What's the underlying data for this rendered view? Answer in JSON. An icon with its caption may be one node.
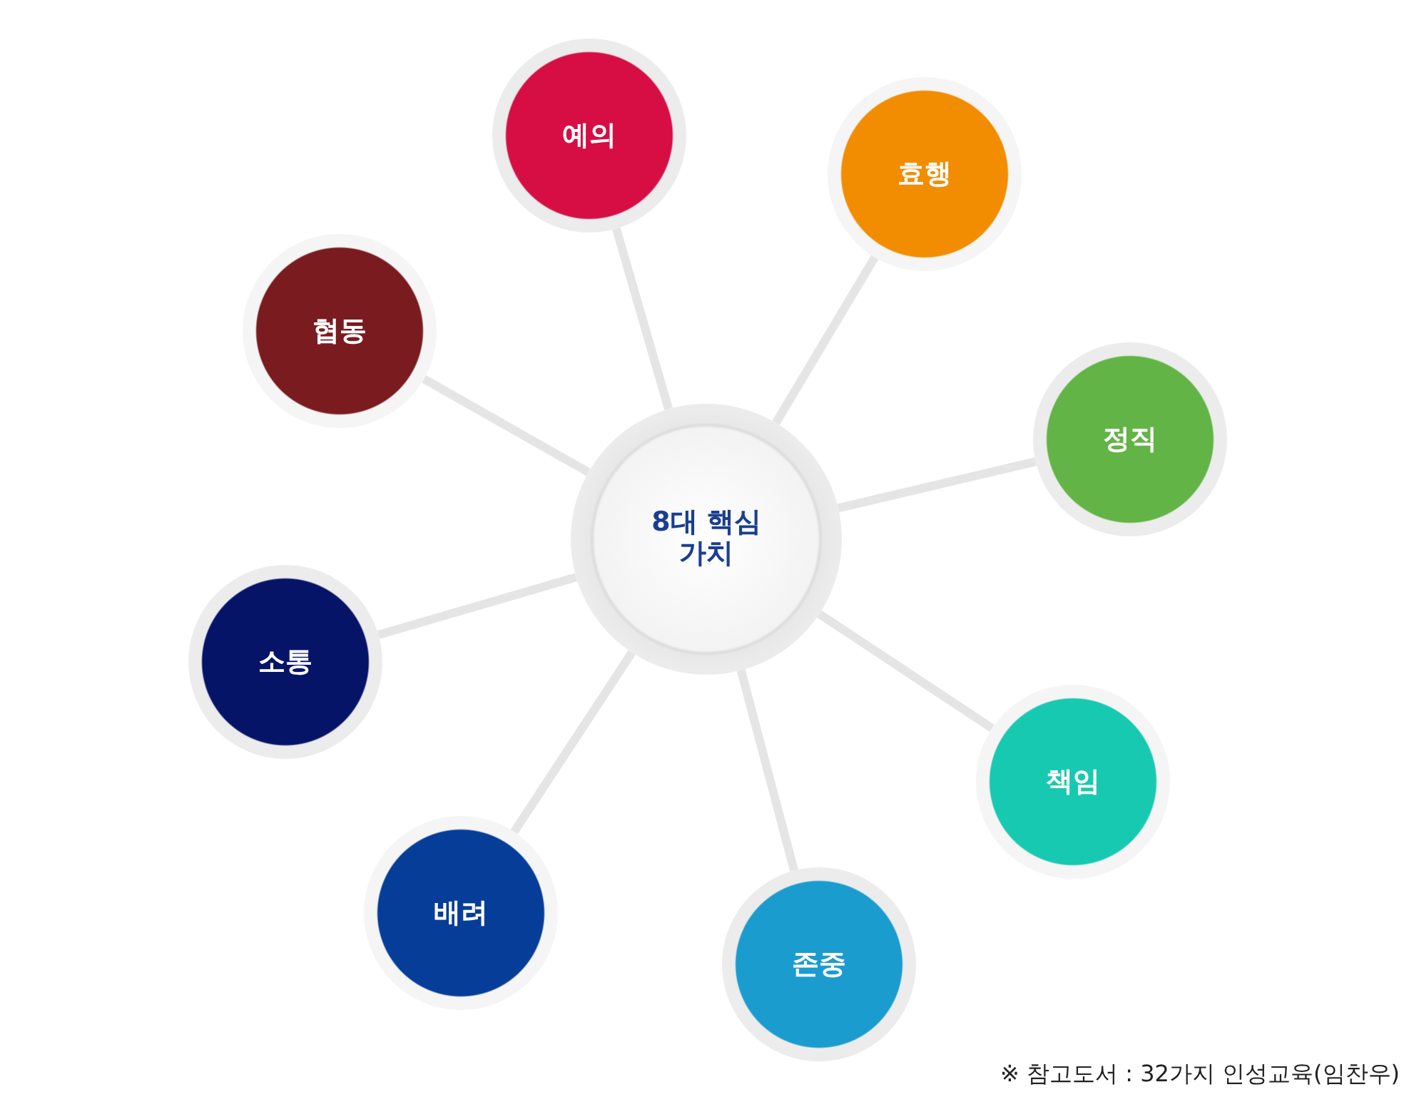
{
  "diagram": {
    "nodes": [
      {
        "text": [
          "8대 핵심가치"
        ]
      },
      {
        "text": [
          "예의"
        ]
      },
      {
        "text": [
          "효행"
        ]
      },
      {
        "text": [
          "정직"
        ]
      },
      {
        "text": [
          "책임"
        ]
      },
      {
        "text": [
          "존중"
        ]
      },
      {
        "text": [
          "배려"
        ]
      },
      {
        "text": [
          "소통"
        ]
      },
      {
        "text": [
          "협동"
        ]
      }
    ],
    "edges": [
      {
        "from": 0,
        "to": 1,
        "arrow": "none"
      },
      {
        "from": 0,
        "to": 2,
        "arrow": "none"
      },
      {
        "from": 0,
        "to": 3,
        "arrow": "none"
      },
      {
        "from": 0,
        "to": 4,
        "arrow": "none"
      },
      {
        "from": 0,
        "to": 5,
        "arrow": "none"
      },
      {
        "from": 0,
        "to": 6,
        "arrow": "none"
      },
      {
        "from": 0,
        "to": 7,
        "arrow": "none"
      },
      {
        "from": 0,
        "to": 8,
        "arrow": "none"
      }
    ],
    "labels": [
      "※ 참고도서 : 32가지 인성교육(임찬우)"
    ]
  }
}
